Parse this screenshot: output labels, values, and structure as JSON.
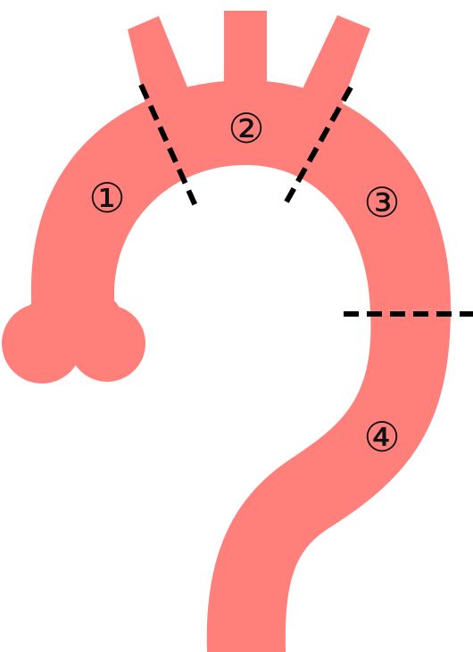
{
  "diagram": {
    "colors": {
      "vessel": "#ff7f7b",
      "boundary": "#000000",
      "label": "#111111",
      "background": "#ffffff"
    },
    "labels": {
      "segment_1": "①",
      "segment_2": "②",
      "segment_3": "③",
      "segment_4": "④"
    }
  }
}
